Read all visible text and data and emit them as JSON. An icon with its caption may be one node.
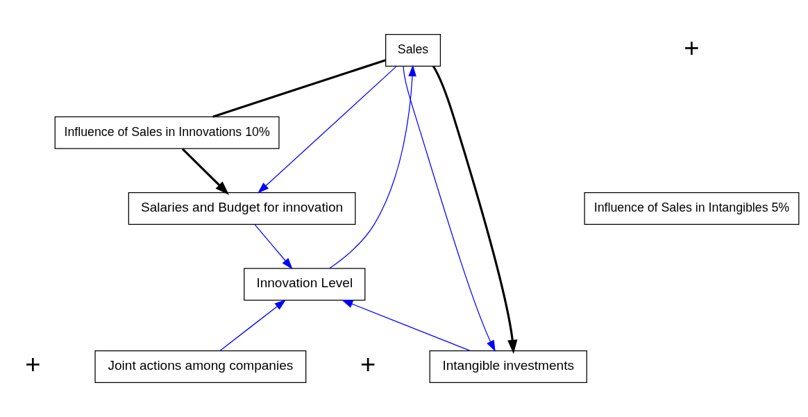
{
  "diagram": {
    "nodes": [
      {
        "text": [
          "Sales"
        ]
      },
      {
        "text": [
          "Influence of Sales in Innovations 10%"
        ]
      },
      {
        "text": [
          "Salaries and Budget for innovation"
        ]
      },
      {
        "text": [
          "Influence of Sales in Intangibles 5%"
        ]
      },
      {
        "text": [
          "Innovation Level"
        ]
      },
      {
        "text": [
          "Intangible investments"
        ]
      },
      {
        "text": [
          "Joint actions among companies"
        ]
      }
    ],
    "edges": [
      {
        "from": 0,
        "to": 1,
        "arrow": "none",
        "style": "thick",
        "color": "#000000"
      },
      {
        "from": 1,
        "to": 2,
        "arrow": "to",
        "style": "thick",
        "color": "#000000"
      },
      {
        "from": 0,
        "to": 2,
        "arrow": "to"
      },
      {
        "from": 0,
        "to": 5,
        "arrow": "to"
      },
      {
        "from": 0,
        "to": 5,
        "arrow": "to",
        "style": "thick",
        "color": "#000000"
      },
      {
        "from": 4,
        "to": 0,
        "arrow": "to"
      },
      {
        "from": 2,
        "to": 4,
        "arrow": "to"
      },
      {
        "from": 5,
        "to": 4,
        "arrow": "to"
      },
      {
        "from": 6,
        "to": 4,
        "arrow": "to"
      }
    ],
    "labels": [
      "+",
      "+",
      "+"
    ]
  }
}
